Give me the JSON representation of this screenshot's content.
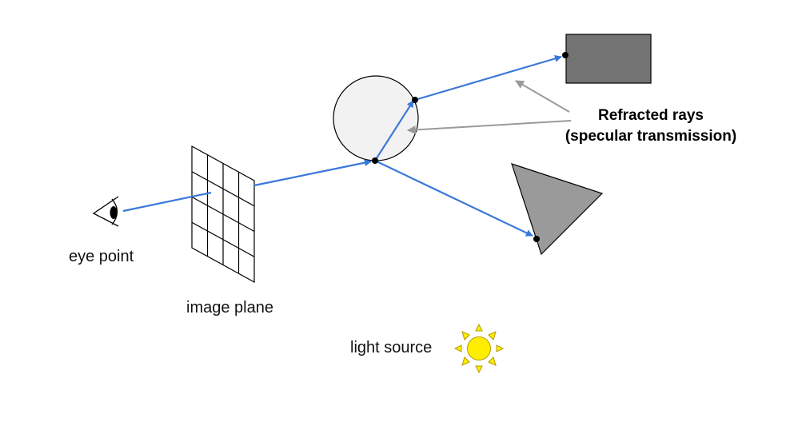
{
  "labels": {
    "eye_point": "eye point",
    "image_plane": "image plane",
    "light_source": "light source",
    "refracted_line1": "Refracted rays",
    "refracted_line2": "(specular transmission)"
  },
  "colors": {
    "ray": "#3a78d8",
    "annotation_arrow": "#9a9a9a",
    "sphere_fill": "#f2f2f2",
    "box_fill": "#737373",
    "triangle_fill": "#9a9a9a",
    "sun_fill": "#ffee00",
    "sun_stroke": "#b39b00",
    "outline": "#000000"
  },
  "icons": {
    "eye": "eye-icon",
    "sun": "sun-icon"
  }
}
